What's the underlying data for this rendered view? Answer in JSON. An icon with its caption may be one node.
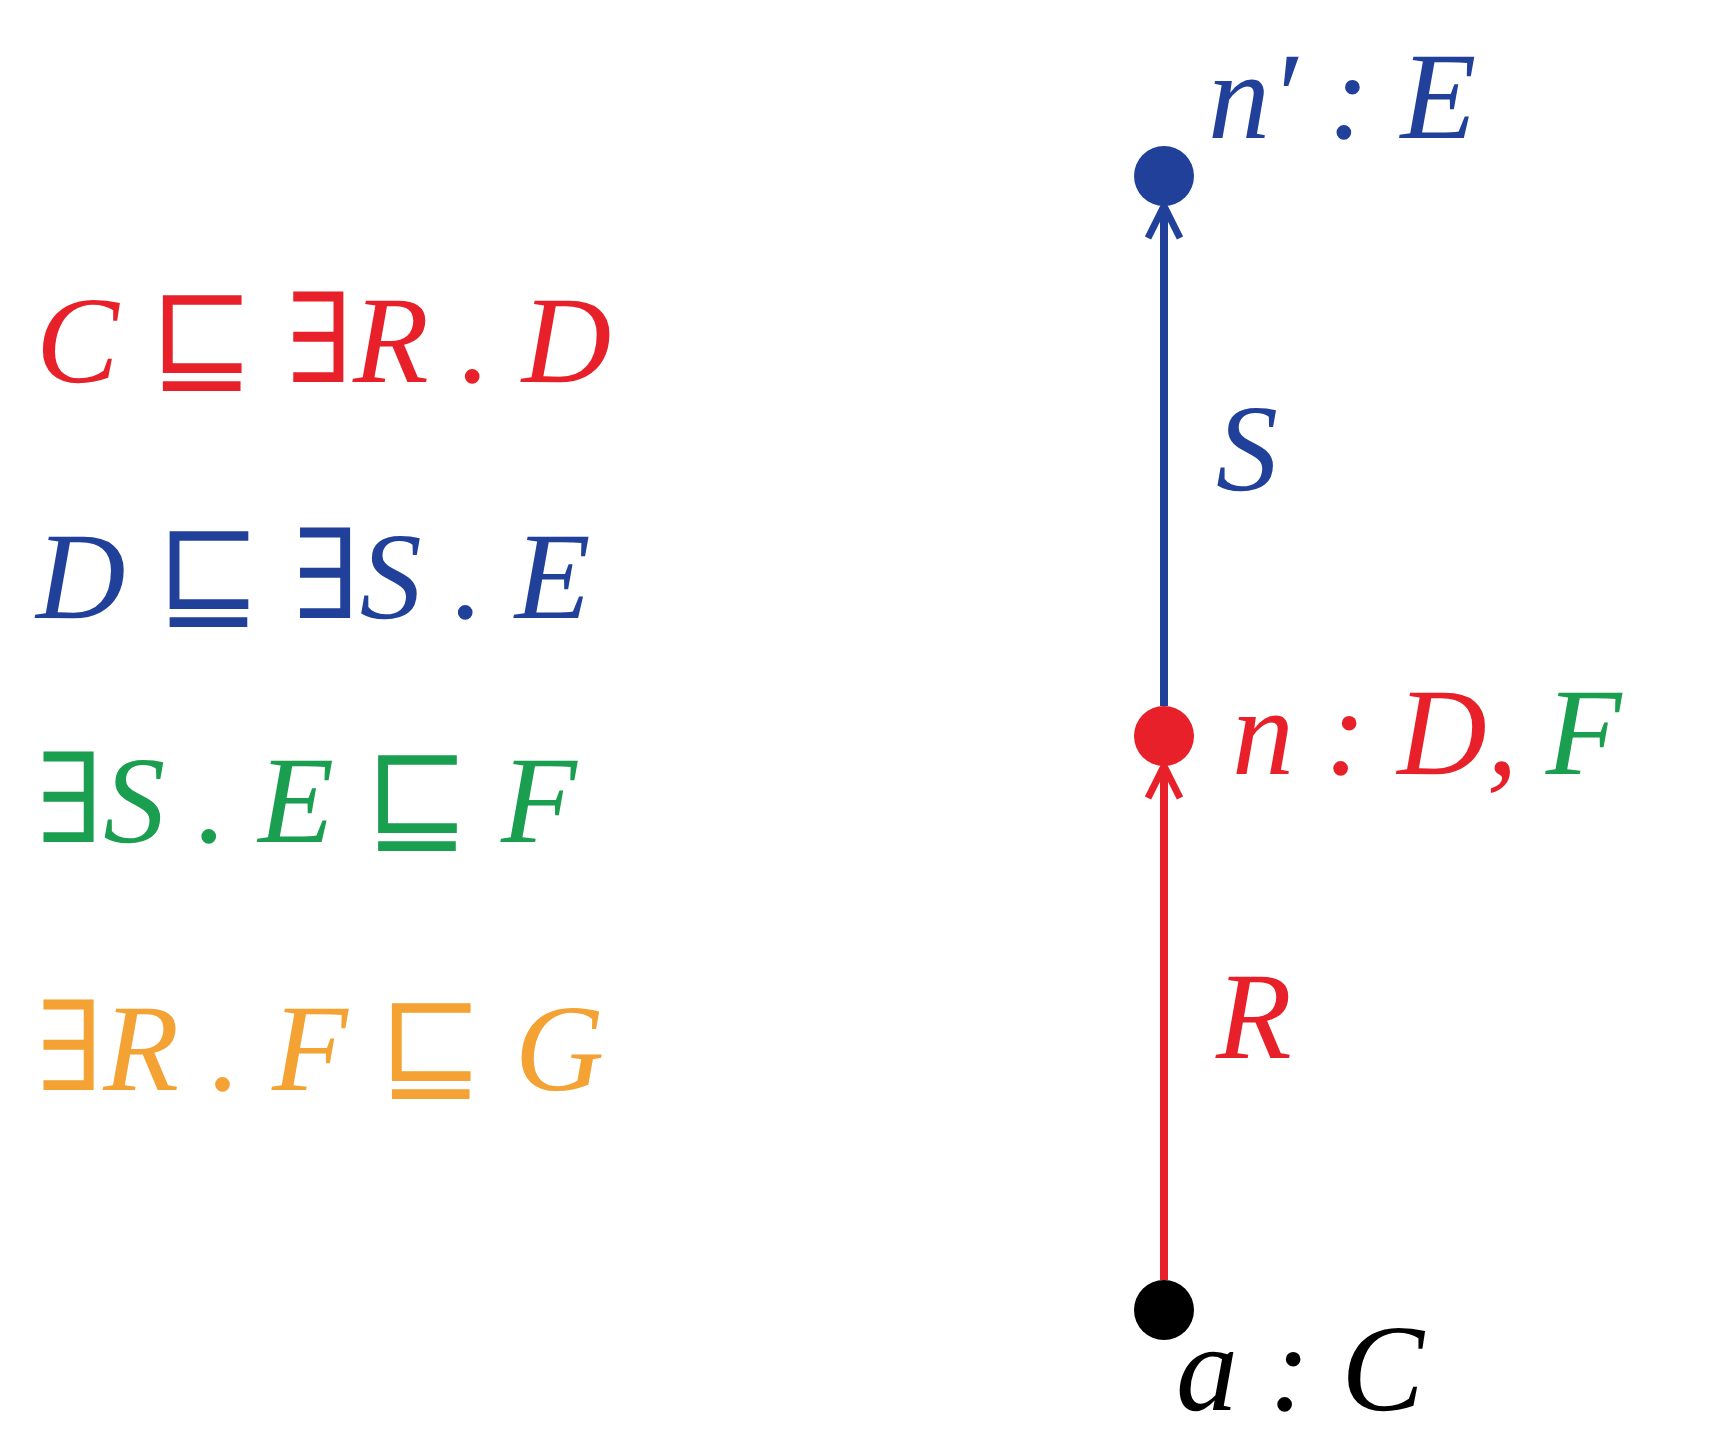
{
  "diagram": {
    "nodes": [
      {
        "text": [],
        "shape": "circle",
        "beside": [
          "n′ : E"
        ]
      },
      {
        "text": [],
        "shape": "circle",
        "beside": [
          "n : D,",
          "F"
        ]
      },
      {
        "text": [],
        "shape": "circle",
        "beside": [
          "a : C"
        ]
      }
    ],
    "edges": [
      {
        "from": 2,
        "to": 1,
        "arrow": "to",
        "label": "R",
        "color": "#e8202a"
      },
      {
        "from": 1,
        "to": 0,
        "arrow": "to",
        "label": "S",
        "color": "#21409a"
      }
    ],
    "labels": [
      "C ⊑ ∃R . D",
      "D ⊑ ∃S . E",
      "∃S . E ⊑ F",
      "∃R . F ⊑ G"
    ]
  }
}
